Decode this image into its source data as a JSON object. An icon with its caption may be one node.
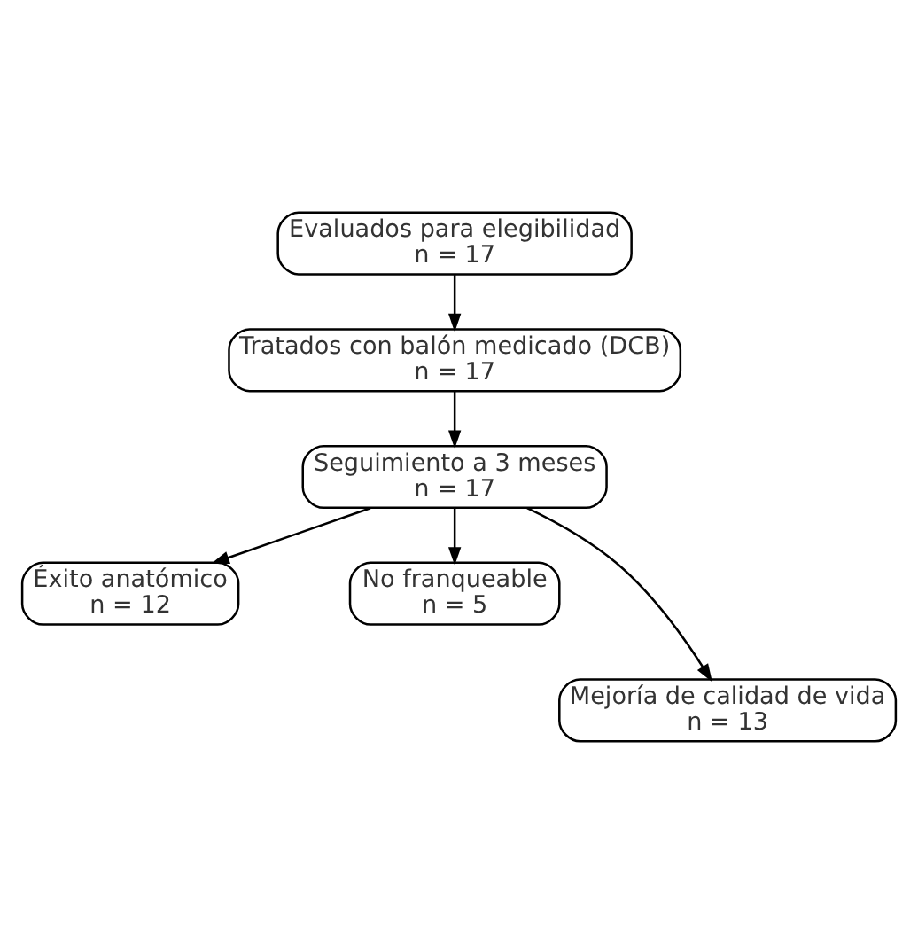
{
  "diagram": {
    "nodes": [
      {
        "text": [
          "Evaluados para elegibilidad",
          "n = 17"
        ]
      },
      {
        "text": [
          "Tratados con balón medicado (DCB)",
          "n = 17"
        ]
      },
      {
        "text": [
          "Seguimiento a 3 meses",
          "n = 17"
        ]
      },
      {
        "text": [
          "Éxito anatómico",
          "n = 12"
        ]
      },
      {
        "text": [
          "No franqueable",
          "n = 5"
        ]
      },
      {
        "text": [
          "Mejoría de calidad de vida",
          "n = 13"
        ]
      }
    ],
    "edges": [
      {
        "from": 0,
        "to": 1,
        "arrow": "to"
      },
      {
        "from": 1,
        "to": 2,
        "arrow": "to"
      },
      {
        "from": 2,
        "to": 3,
        "arrow": "to"
      },
      {
        "from": 2,
        "to": 4,
        "arrow": "to"
      },
      {
        "from": 2,
        "to": 5,
        "arrow": "to"
      }
    ]
  }
}
